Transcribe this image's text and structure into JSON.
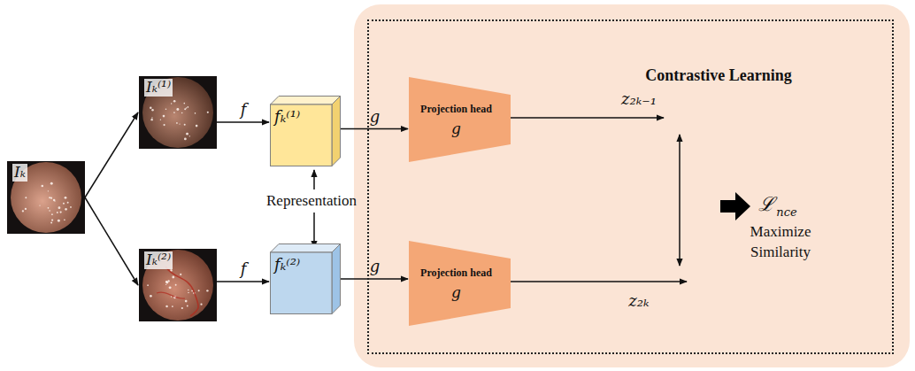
{
  "diagram": {
    "nodes": [
      {
        "text": [
          "Contrastive Learning"
        ]
      },
      {
        "text": [
          "Iₖ"
        ]
      },
      {
        "text": [
          "Iₖ⁽¹⁾"
        ]
      },
      {
        "text": [
          "Iₖ⁽²⁾"
        ]
      },
      {
        "text": [
          "fₖ⁽¹⁾"
        ]
      },
      {
        "text": [
          "fₖ⁽²⁾"
        ]
      },
      {
        "text": [
          "Projection head",
          "g"
        ],
        "in": 0
      },
      {
        "text": [
          "Projection head",
          "g"
        ],
        "in": 0
      }
    ],
    "edges": [
      {
        "from": 1,
        "to": 2,
        "arrow": "to"
      },
      {
        "from": 1,
        "to": 3,
        "arrow": "to"
      },
      {
        "from": 2,
        "to": 4,
        "label": "f",
        "arrow": "to"
      },
      {
        "from": 3,
        "to": 5,
        "label": "f",
        "arrow": "to"
      },
      {
        "from": 4,
        "to": 6,
        "label": "g",
        "arrow": "to"
      },
      {
        "from": 5,
        "to": 7,
        "label": "g",
        "arrow": "to"
      }
    ],
    "labels": [
      "Representation",
      "z₂ₖ₋₁",
      "z₂ₖ",
      "ℒ",
      "nce",
      "Maximize Similarity"
    ]
  }
}
